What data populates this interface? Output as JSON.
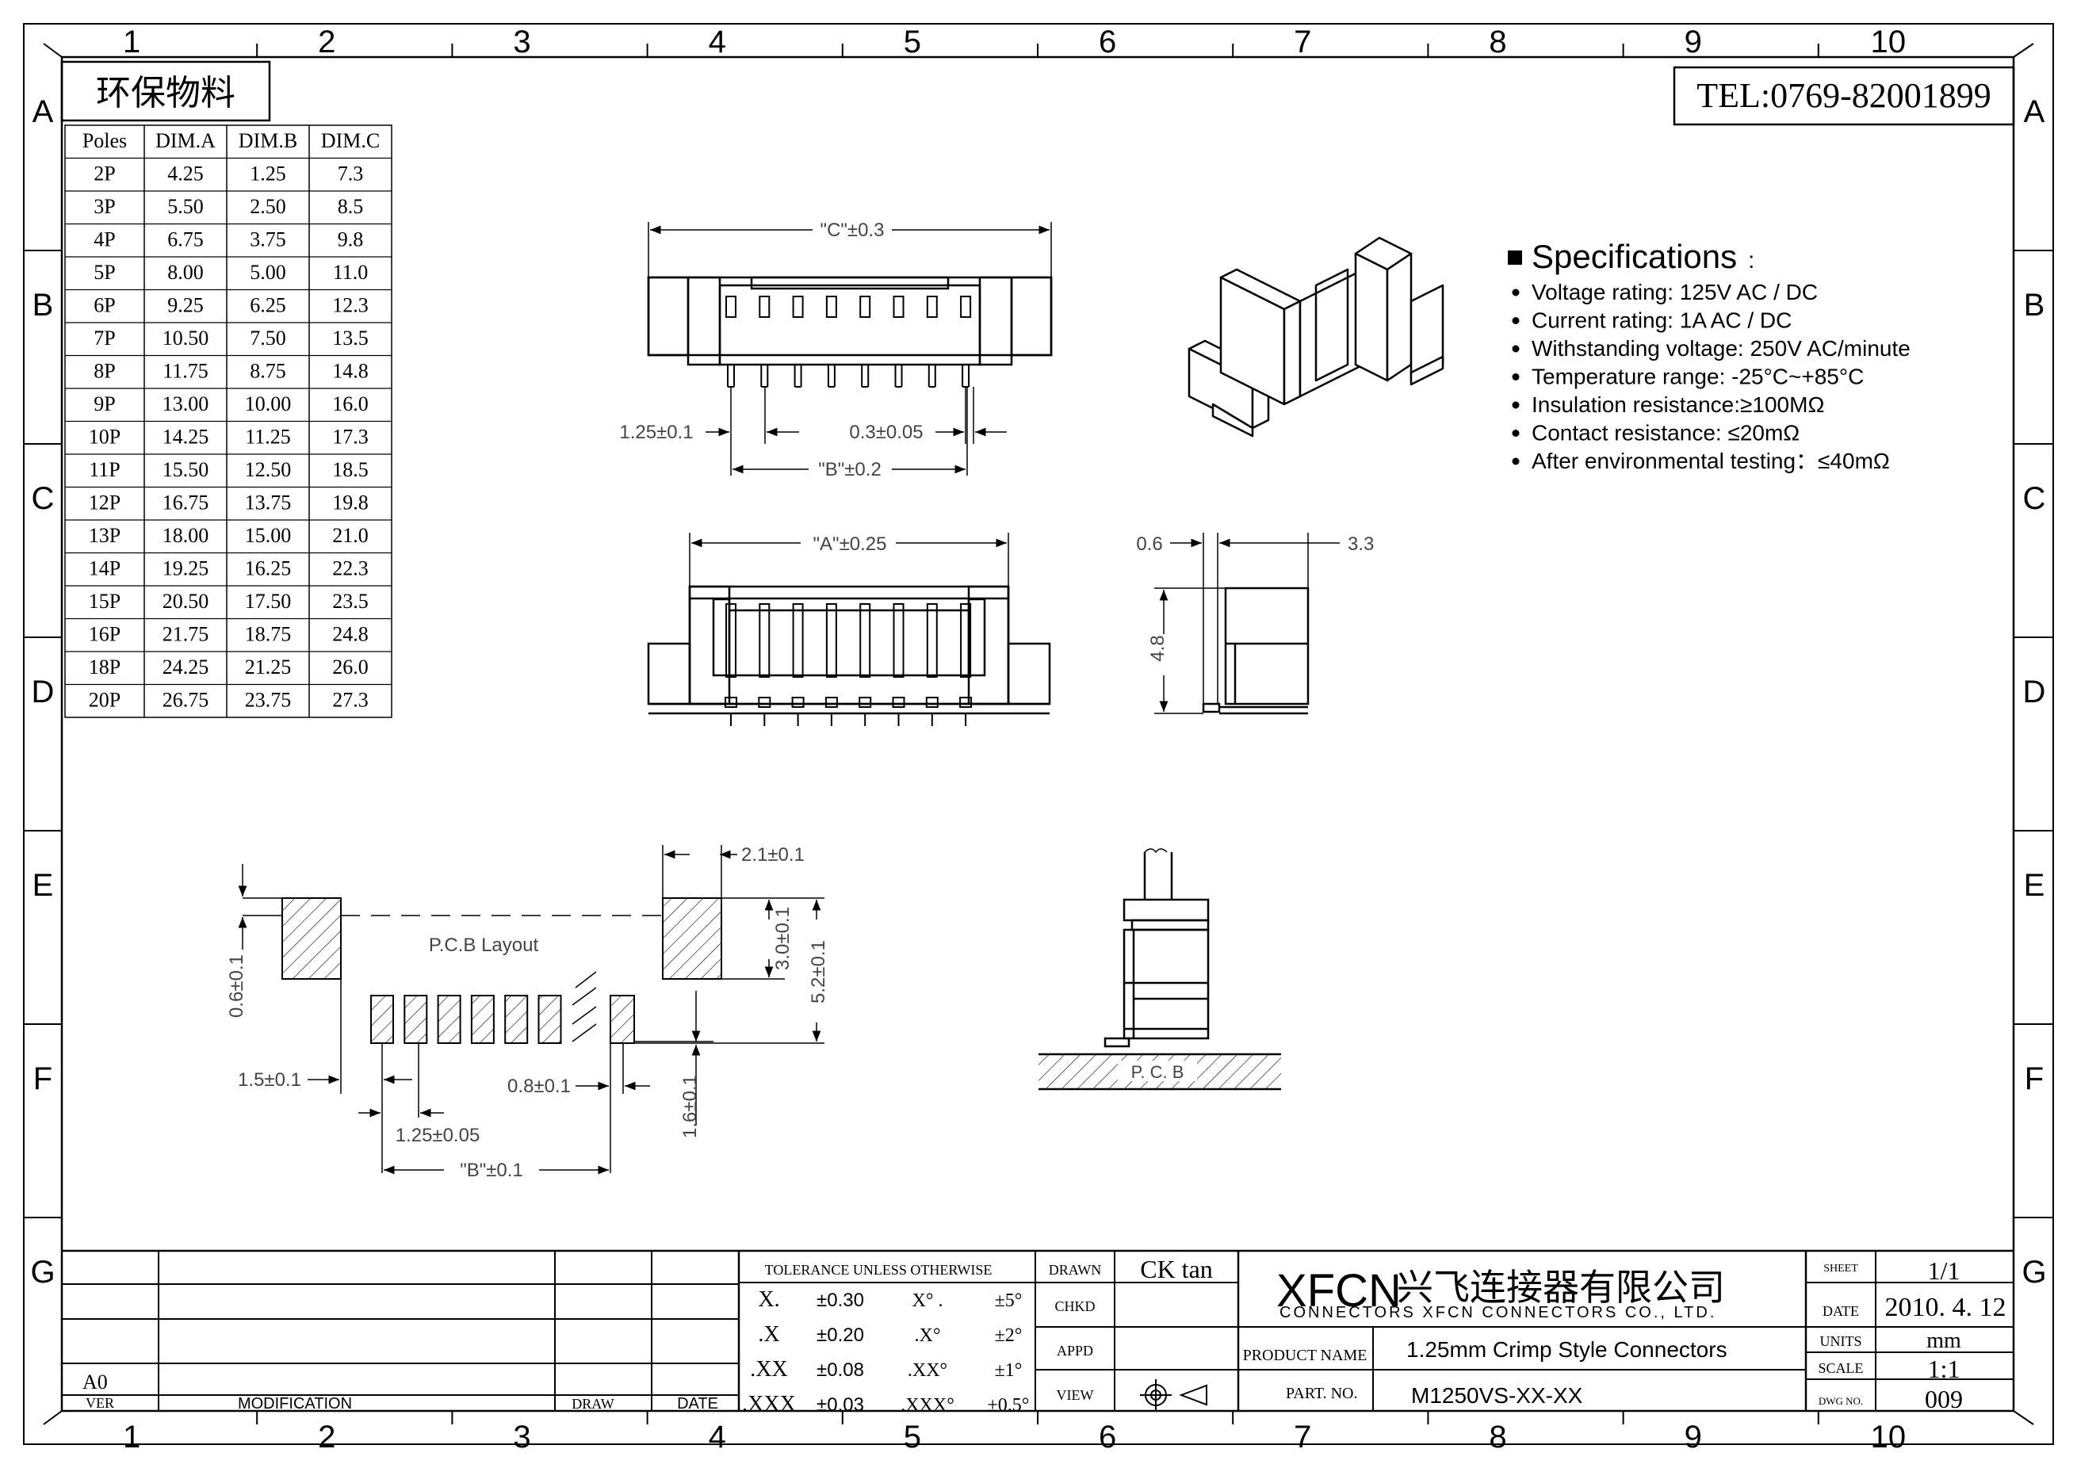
{
  "border": {
    "columns": [
      "1",
      "2",
      "3",
      "4",
      "5",
      "6",
      "7",
      "8",
      "9",
      "10"
    ],
    "rows": [
      "A",
      "B",
      "C",
      "D",
      "E",
      "F",
      "G"
    ]
  },
  "eco_label": "环保物料",
  "tel": "TEL:0769-82001899",
  "dim_table": {
    "headers": [
      "Poles",
      "DIM.A",
      "DIM.B",
      "DIM.C"
    ],
    "rows": [
      [
        "2P",
        "4.25",
        "1.25",
        "7.3"
      ],
      [
        "3P",
        "5.50",
        "2.50",
        "8.5"
      ],
      [
        "4P",
        "6.75",
        "3.75",
        "9.8"
      ],
      [
        "5P",
        "8.00",
        "5.00",
        "11.0"
      ],
      [
        "6P",
        "9.25",
        "6.25",
        "12.3"
      ],
      [
        "7P",
        "10.50",
        "7.50",
        "13.5"
      ],
      [
        "8P",
        "11.75",
        "8.75",
        "14.8"
      ],
      [
        "9P",
        "13.00",
        "10.00",
        "16.0"
      ],
      [
        "10P",
        "14.25",
        "11.25",
        "17.3"
      ],
      [
        "11P",
        "15.50",
        "12.50",
        "18.5"
      ],
      [
        "12P",
        "16.75",
        "13.75",
        "19.8"
      ],
      [
        "13P",
        "18.00",
        "15.00",
        "21.0"
      ],
      [
        "14P",
        "19.25",
        "16.25",
        "22.3"
      ],
      [
        "15P",
        "20.50",
        "17.50",
        "23.5"
      ],
      [
        "16P",
        "21.75",
        "18.75",
        "24.8"
      ],
      [
        "18P",
        "24.25",
        "21.25",
        "26.0"
      ],
      [
        "20P",
        "26.75",
        "23.75",
        "27.3"
      ]
    ]
  },
  "specs": {
    "title": "Specifications",
    "title_suffix": ":",
    "items": [
      "Voltage rating: 125V AC / DC",
      "Current rating: 1A  AC / DC",
      "Withstanding voltage: 250V AC/minute",
      "Temperature range: -25°C~+85°C",
      "Insulation resistance:≥100MΩ",
      "Contact resistance: ≤20mΩ",
      "After environmental testing：≤40mΩ"
    ]
  },
  "dims": {
    "c": "\"C\"±0.3",
    "pitch": "1.25±0.1",
    "pin_width": "0.3±0.05",
    "b": "\"B\"±0.2",
    "a": "\"A\"±0.25",
    "side_06": "0.6",
    "side_33": "3.3",
    "side_48": "4.8",
    "pcb_21": "2.1±0.1",
    "pcb_06": "0.6±0.1",
    "pcb_30": "3.0±0.1",
    "pcb_52": "5.2±0.1",
    "pcb_15": "1.5±0.1",
    "pcb_08": "0.8±0.1",
    "pcb_16": "1.6±0.1",
    "pcb_125": "1.25±0.05",
    "pcb_b": "\"B\"±0.1",
    "pcb_layout": "P.C.B Layout",
    "pcb_label": "P. C. B"
  },
  "title_block": {
    "rev_value": "A0",
    "rev_headers": {
      "ver": "VER",
      "modification": "MODIFICATION",
      "draw": "DRAW",
      "date": "DATE"
    },
    "tolerance_title": "TOLERANCE UNLESS OTHERWISE",
    "tol": [
      [
        "X.",
        "±0.30",
        "X°  .",
        "±5°"
      ],
      [
        ".X",
        "±0.20",
        ".X°",
        "±2°"
      ],
      [
        ".XX",
        "±0.08",
        ".XX°",
        "±1°"
      ],
      [
        ".XXX",
        "±0.03",
        ".XXX°",
        "±0.5°"
      ]
    ],
    "drawn_label": "DRAWN",
    "drawn_value": "CK tan",
    "chkd_label": "CHKD",
    "appd_label": "APPD",
    "view_label": "VIEW",
    "company_logo": "XFCN",
    "company_cn": "兴飞连接器有限公司",
    "company_en": "CONNECTORS XFCN CONNECTORS CO., LTD.",
    "product_name_label": "PRODUCT NAME",
    "product_name": "1.25mm Crimp Style Connectors",
    "part_no_label": "PART. NO.",
    "part_no": "M1250VS-XX-XX",
    "sheet_label": "SHEET",
    "sheet": "1/1",
    "date_label": "DATE",
    "date": "2010. 4. 12",
    "units_label": "UNITS",
    "units": "mm",
    "scale_label": "SCALE",
    "scale": "1:1",
    "dwg_label": "DWG NO.",
    "dwg": "009"
  }
}
